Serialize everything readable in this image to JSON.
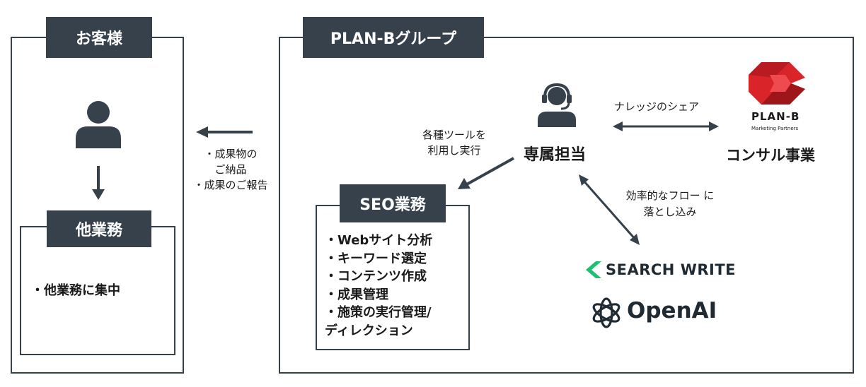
{
  "customer": {
    "title": "お客様",
    "other_work": {
      "title": "他業務",
      "items": [
        "・他業務に集中"
      ]
    }
  },
  "deliverables": {
    "lines": [
      "・成果物の",
      "ご納品",
      "・成果のご報告"
    ]
  },
  "group": {
    "title": "PLAN-Bグループ",
    "dedicated": {
      "label": "専属担当",
      "tools_note": [
        "各種ツールを",
        "利用し実行"
      ]
    },
    "consulting": {
      "label": "コンサル事業",
      "knowledge_note": "ナレッジのシェア",
      "logo": {
        "wordmark": "PLAN-B",
        "tagline": "Marketing Partners",
        "color": "#d9252a"
      }
    },
    "flow_note": [
      "効率的なフロー に",
      "落とし込み"
    ],
    "tools": {
      "search_write": {
        "text_a": "SEARCH",
        "text_b": "WRITE",
        "accent": "#1dbf73"
      },
      "openai": {
        "text": "OpenAI"
      }
    },
    "seo": {
      "title": "SEO業務",
      "items": [
        "・Webサイト分析",
        "・キーワード選定",
        "・コンテンツ作成",
        "・成果管理",
        "・施策の実行管理/",
        "ディレクション"
      ]
    }
  },
  "colors": {
    "navy": "#36414b",
    "white": "#ffffff"
  }
}
